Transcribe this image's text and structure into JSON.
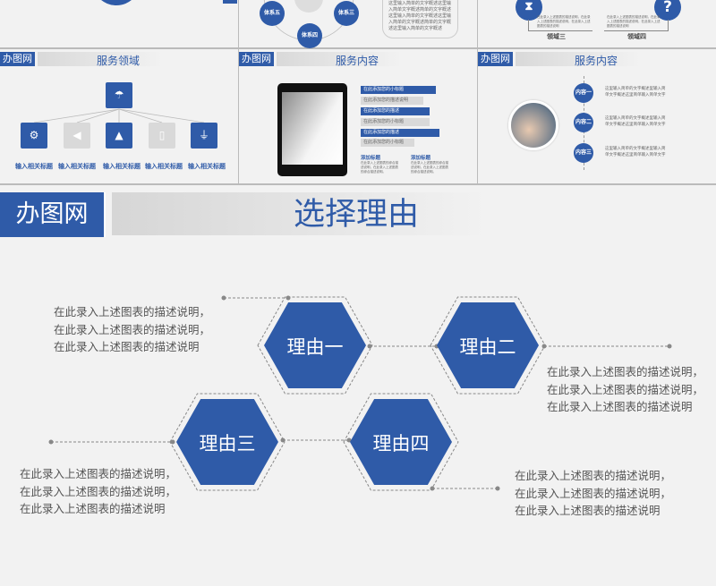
{
  "top_row": {
    "system_nodes": [
      "体系五",
      "体系三",
      "体系四"
    ],
    "summary_text": "这里输入简单的文字概述这里输入简单文字概述简单的文字概述这里输入简单的文字概述这里输入简单的文字概述简单的文字概述这里输入简单的文字概述",
    "domains": [
      {
        "label": "领域三",
        "icon": "hourglass-icon",
        "text": "在此录入上述图表的描述说明，在此录入上述图表的描述说明，在此录入上述图表的描述说明"
      },
      {
        "label": "领域四",
        "icon": "question-icon",
        "text": "在此录入上述图表的描述说明，在此录入上述图表的描述说明，在此录入上述图表的描述说明"
      }
    ]
  },
  "logo": "办图网",
  "panels": {
    "service_area": {
      "title": "服务领域",
      "top_icon": "umbrella-icon",
      "items": [
        {
          "icon": "gears-icon",
          "label": "输入相关标题",
          "active": true
        },
        {
          "icon": "speaker-icon",
          "label": "输入相关标题",
          "active": false
        },
        {
          "icon": "cone-icon",
          "label": "输入相关标题",
          "active": true
        },
        {
          "icon": "phone-icon",
          "label": "输入相关标题",
          "active": false
        },
        {
          "icon": "plug-icon",
          "label": "输入相关标题",
          "active": true
        }
      ]
    },
    "service_content": {
      "title": "服务内容",
      "bars": [
        {
          "text": "在此添加您的小标题",
          "color": "#2f5ba8"
        },
        {
          "text": "在此添加您的描述说明",
          "color": "#d9d9d9"
        },
        {
          "text": "在此添加您的描述",
          "color": "#2f5ba8"
        },
        {
          "text": "在此添加您的小标题",
          "color": "#d9d9d9"
        },
        {
          "text": "在此添加您的描述",
          "color": "#2f5ba8"
        },
        {
          "text": "在此添加您的小标题",
          "color": "#d9d9d9"
        }
      ],
      "notes": [
        {
          "title": "添加标题",
          "text": "在此录入上述图表的综合描述说明，在此录入上述图表的综合描述说明。"
        },
        {
          "title": "添加标题",
          "text": "在此录入上述图表的综合描述说明，在此录入上述图表的综合描述说明。"
        }
      ]
    },
    "service_content_2": {
      "title": "服务内容",
      "items": [
        {
          "label": "内容一",
          "text": "这里输入简单的文字概述里输入简单文字概述这里简单输入简单文字"
        },
        {
          "label": "内容二",
          "text": "这里输入简单的文字概述里输入简单文字概述这里简单输入简单文字"
        },
        {
          "label": "内容三",
          "text": "这里输入简单的文字概述里输入简单文字概述这里简单输入简单文字"
        }
      ]
    }
  },
  "main": {
    "title": "选择理由",
    "reasons": [
      {
        "label": "理由一",
        "desc": [
          "在此录入上述图表的描述说明，",
          "在此录入上述图表的描述说明，",
          "在此录入上述图表的描述说明"
        ]
      },
      {
        "label": "理由二",
        "desc": [
          "在此录入上述图表的描述说明，",
          "在此录入上述图表的描述说明，",
          "在此录入上述图表的描述说明"
        ]
      },
      {
        "label": "理由三",
        "desc": [
          "在此录入上述图表的描述说明，",
          "在此录入上述图表的描述说明，",
          "在此录入上述图表的描述说明"
        ]
      },
      {
        "label": "理由四",
        "desc": [
          "在此录入上述图表的描述说明，",
          "在此录入上述图表的描述说明，",
          "在此录入上述图表的描述说明"
        ]
      }
    ]
  },
  "colors": {
    "accent": "#2f5ba8",
    "inactive": "#d9d9d9",
    "background": "#f2f2f2"
  }
}
